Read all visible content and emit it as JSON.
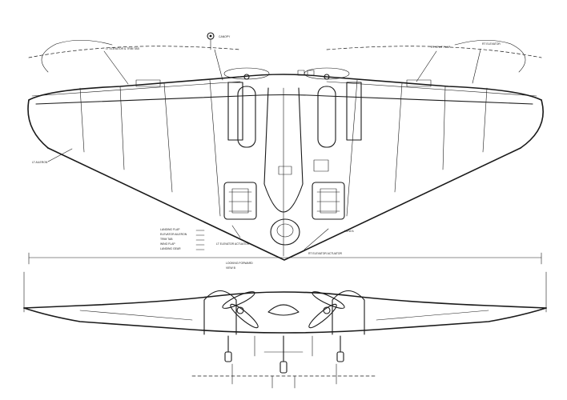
{
  "drawing": {
    "kind": "engineering-drawing",
    "subject": "flying-wing aircraft, plan view and front view",
    "line_color": "#1a1a1a",
    "background": "#ffffff",
    "annotations": [
      "LT ELEVATOR & TRIM TAB",
      "CANOPY",
      "RT SPLIT FLAP",
      "RT ELEVATOR",
      "LT AILERON",
      "LT ELEVATOR ACTUATOR",
      "RT ELEVATOR ACTUATOR",
      "VIEW A",
      "LANDING FLAP",
      "ELEVATOR AILERON",
      "TRIM TAB",
      "WING FLAP",
      "LANDING GEAR",
      "LOOKING FORWARD",
      "VIEW B"
    ]
  }
}
